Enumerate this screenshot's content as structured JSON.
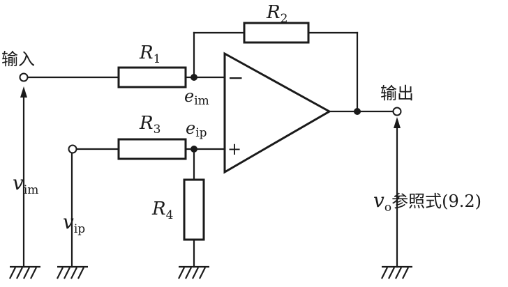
{
  "labels": {
    "input": "输入",
    "output": "输出",
    "ref_suffix": "参照式(9.2)"
  },
  "components": {
    "R1": {
      "letter": "R",
      "sub": "1"
    },
    "R2": {
      "letter": "R",
      "sub": "2"
    },
    "R3": {
      "letter": "R",
      "sub": "3"
    },
    "R4": {
      "letter": "R",
      "sub": "4"
    }
  },
  "nodes": {
    "eim": {
      "letter": "e",
      "sub": "im"
    },
    "eip": {
      "letter": "e",
      "sub": "ip"
    }
  },
  "sources": {
    "vim": {
      "letter": "v",
      "sub": "im"
    },
    "vip": {
      "letter": "v",
      "sub": "ip"
    },
    "vo": {
      "letter": "v",
      "sub": "o"
    }
  },
  "amp": {
    "minus": "−",
    "plus": "+"
  }
}
